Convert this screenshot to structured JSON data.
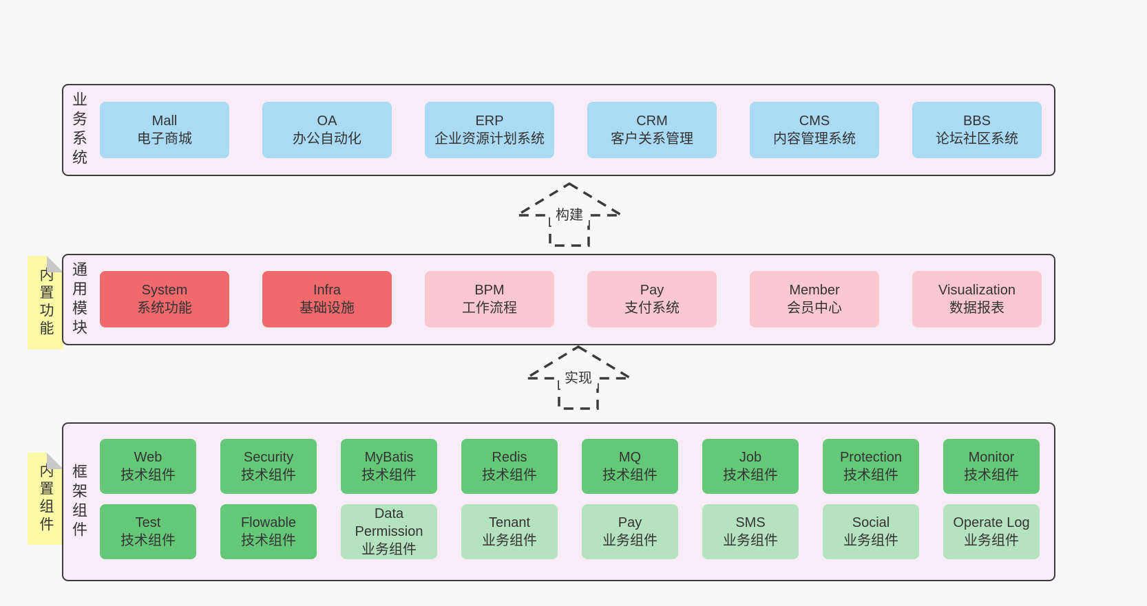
{
  "diagram": {
    "layers": [
      {
        "label": "业务系统",
        "boxes": [
          {
            "en": "Mall",
            "zh": "电子商城"
          },
          {
            "en": "OA",
            "zh": "办公自动化"
          },
          {
            "en": "ERP",
            "zh": "企业资源计划系统"
          },
          {
            "en": "CRM",
            "zh": "客户关系管理"
          },
          {
            "en": "CMS",
            "zh": "内容管理系统"
          },
          {
            "en": "BBS",
            "zh": "论坛社区系统"
          }
        ]
      },
      {
        "label": "通用模块",
        "note": "内置功能",
        "boxes": [
          {
            "en": "System",
            "zh": "系统功能"
          },
          {
            "en": "Infra",
            "zh": "基础设施"
          },
          {
            "en": "BPM",
            "zh": "工作流程"
          },
          {
            "en": "Pay",
            "zh": "支付系统"
          },
          {
            "en": "Member",
            "zh": "会员中心"
          },
          {
            "en": "Visualization",
            "zh": "数据报表"
          }
        ]
      },
      {
        "label": "框架组件",
        "note": "内置组件",
        "row1": [
          {
            "en": "Web",
            "zh": "技术组件"
          },
          {
            "en": "Security",
            "zh": "技术组件"
          },
          {
            "en": "MyBatis",
            "zh": "技术组件"
          },
          {
            "en": "Redis",
            "zh": "技术组件"
          },
          {
            "en": "MQ",
            "zh": "技术组件"
          },
          {
            "en": "Job",
            "zh": "技术组件"
          },
          {
            "en": "Protection",
            "zh": "技术组件"
          },
          {
            "en": "Monitor",
            "zh": "技术组件"
          }
        ],
        "row2": [
          {
            "en": "Test",
            "zh": "技术组件"
          },
          {
            "en": "Flowable",
            "zh": "技术组件"
          },
          {
            "en": "Data Permission",
            "zh": "业务组件"
          },
          {
            "en": "Tenant",
            "zh": "业务组件"
          },
          {
            "en": "Pay",
            "zh": "业务组件"
          },
          {
            "en": "SMS",
            "zh": "业务组件"
          },
          {
            "en": "Social",
            "zh": "业务组件"
          },
          {
            "en": "Operate Log",
            "zh": "业务组件"
          }
        ]
      }
    ],
    "arrows": [
      {
        "label": "构建"
      },
      {
        "label": "实现"
      }
    ],
    "colors": {
      "page_bg": "#f8f8f8",
      "layer_bg": "#f8edf6",
      "border": "#3b3b3b",
      "blue": "#abdaf5",
      "red": "#f0696c",
      "pink": "#fbc8d2",
      "green": "#65c878",
      "light_green": "#b6e3bf",
      "note_yellow": "#fcf9a6",
      "text": "#333333"
    }
  }
}
